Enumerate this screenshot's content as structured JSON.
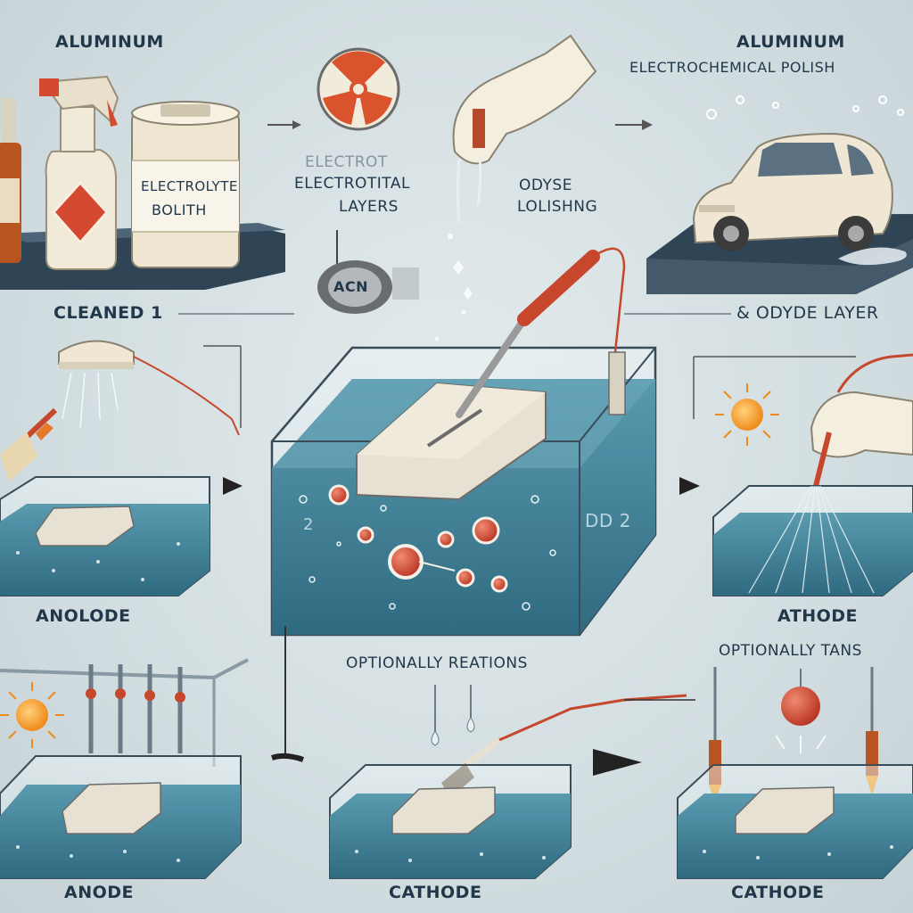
{
  "labels": {
    "top_left_title": "ALUMINUM",
    "top_right_title_line1": "ALUMINUM",
    "top_right_title_line2": "ELECTROCHEMICAL POLISH",
    "can_label_line1": "ELECTROLYTE",
    "can_label_line2": "BOLITH",
    "center_faded": "ELECTROT",
    "center_line1": "ELECTROTITAL",
    "center_line2": "LAYERS",
    "odyse_line1": "ODYSE",
    "odyse_line2": "LOLISHNG",
    "acid_badge": "ACN",
    "cleaned": "CLEANED 1",
    "oxide_layer": "& ODYDE LAYER",
    "tank_label": "DD 2",
    "tank_side_mark": "2",
    "anolode": "ANOLODE",
    "athode": "ATHODE",
    "optionally_reations": "OPTIONALLY REATIONS",
    "optionally_tans": "OPTIONALLY TANS",
    "anode": "ANODE",
    "cathode_mid": "CATHODE",
    "cathode_right": "CATHODE"
  },
  "colors": {
    "water": "#3f7f96",
    "water_light": "#7fb3c4",
    "accent_red": "#c7472c",
    "accent_orange": "#e47a2c",
    "sun": "#f0a020",
    "metal": "#e6e1d2",
    "shelf": "#2f4455",
    "text": "#22384a"
  },
  "icons": [
    "radiation-icon",
    "sun-icon",
    "glove-icon",
    "spray-bottle-icon",
    "car-icon",
    "brush-icon"
  ]
}
